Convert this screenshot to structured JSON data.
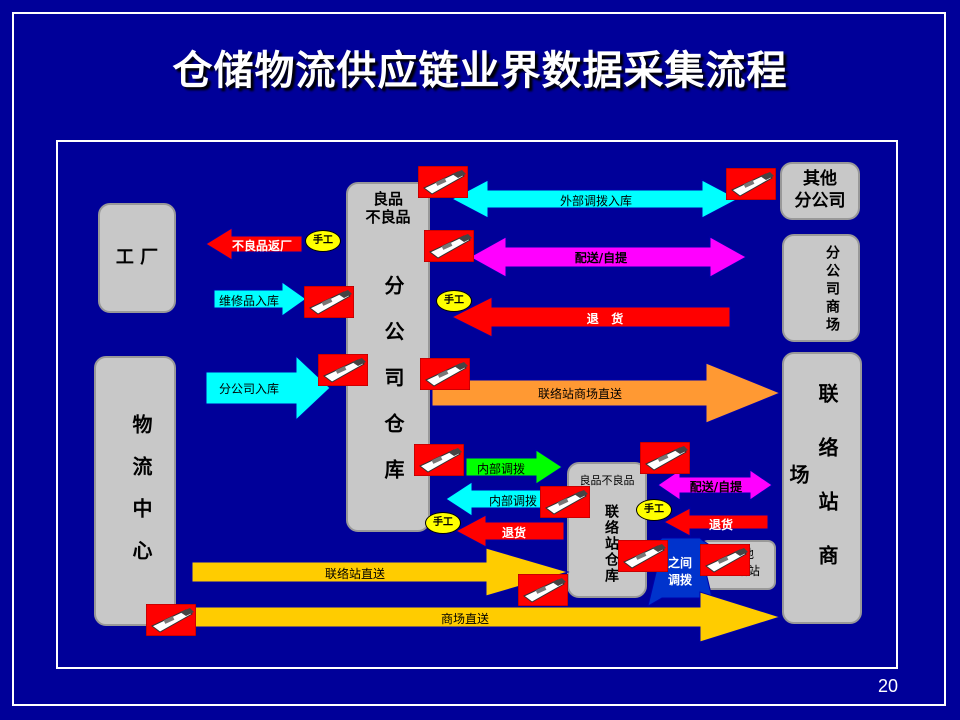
{
  "title": "仓储物流供应链业界数据采集流程",
  "page_number": "20",
  "boxes": {
    "factory": "工 厂",
    "logistics_center": "物流中心",
    "branch_goods_top": "良品\n不良品",
    "branch_warehouse": "分公司仓库",
    "other_branch": "其他\n分公司",
    "branch_mall": "分公司商场",
    "station_mall": "联络站商场",
    "station_goods": "良品不良品",
    "station_warehouse": "联络站仓库",
    "other_station": "其他\n联络站"
  },
  "arrows": {
    "external_transfer_in": "外部调拨入库",
    "delivery_pickup_1": "配送/自提",
    "return_1": "退   货",
    "defective_return_factory": "不良品返厂",
    "repair_in": "维修品入库",
    "branch_in": "分公司入库",
    "station_mall_direct": "联络站商场直送",
    "internal_transfer_1": "内部调拨",
    "internal_transfer_2": "内部调拨",
    "return_2": "退货",
    "delivery_pickup_2": "配送/自提",
    "return_3": "退货",
    "between_transfer": "之间\n调拨",
    "station_direct": "联络站直送",
    "mall_direct": "商场直送"
  },
  "manual_label": "手工",
  "colors": {
    "background": "#000099",
    "box_fill": "#c8c8c8",
    "cyan": "#00ffff",
    "magenta": "#ff00ff",
    "red": "#ff0000",
    "orange": "#ff9933",
    "green": "#00ff00",
    "yellow": "#ffcc00",
    "blue": "#0033cc"
  },
  "icons": [
    "barcode-scanner-icon",
    "manual-ellipse-icon"
  ]
}
